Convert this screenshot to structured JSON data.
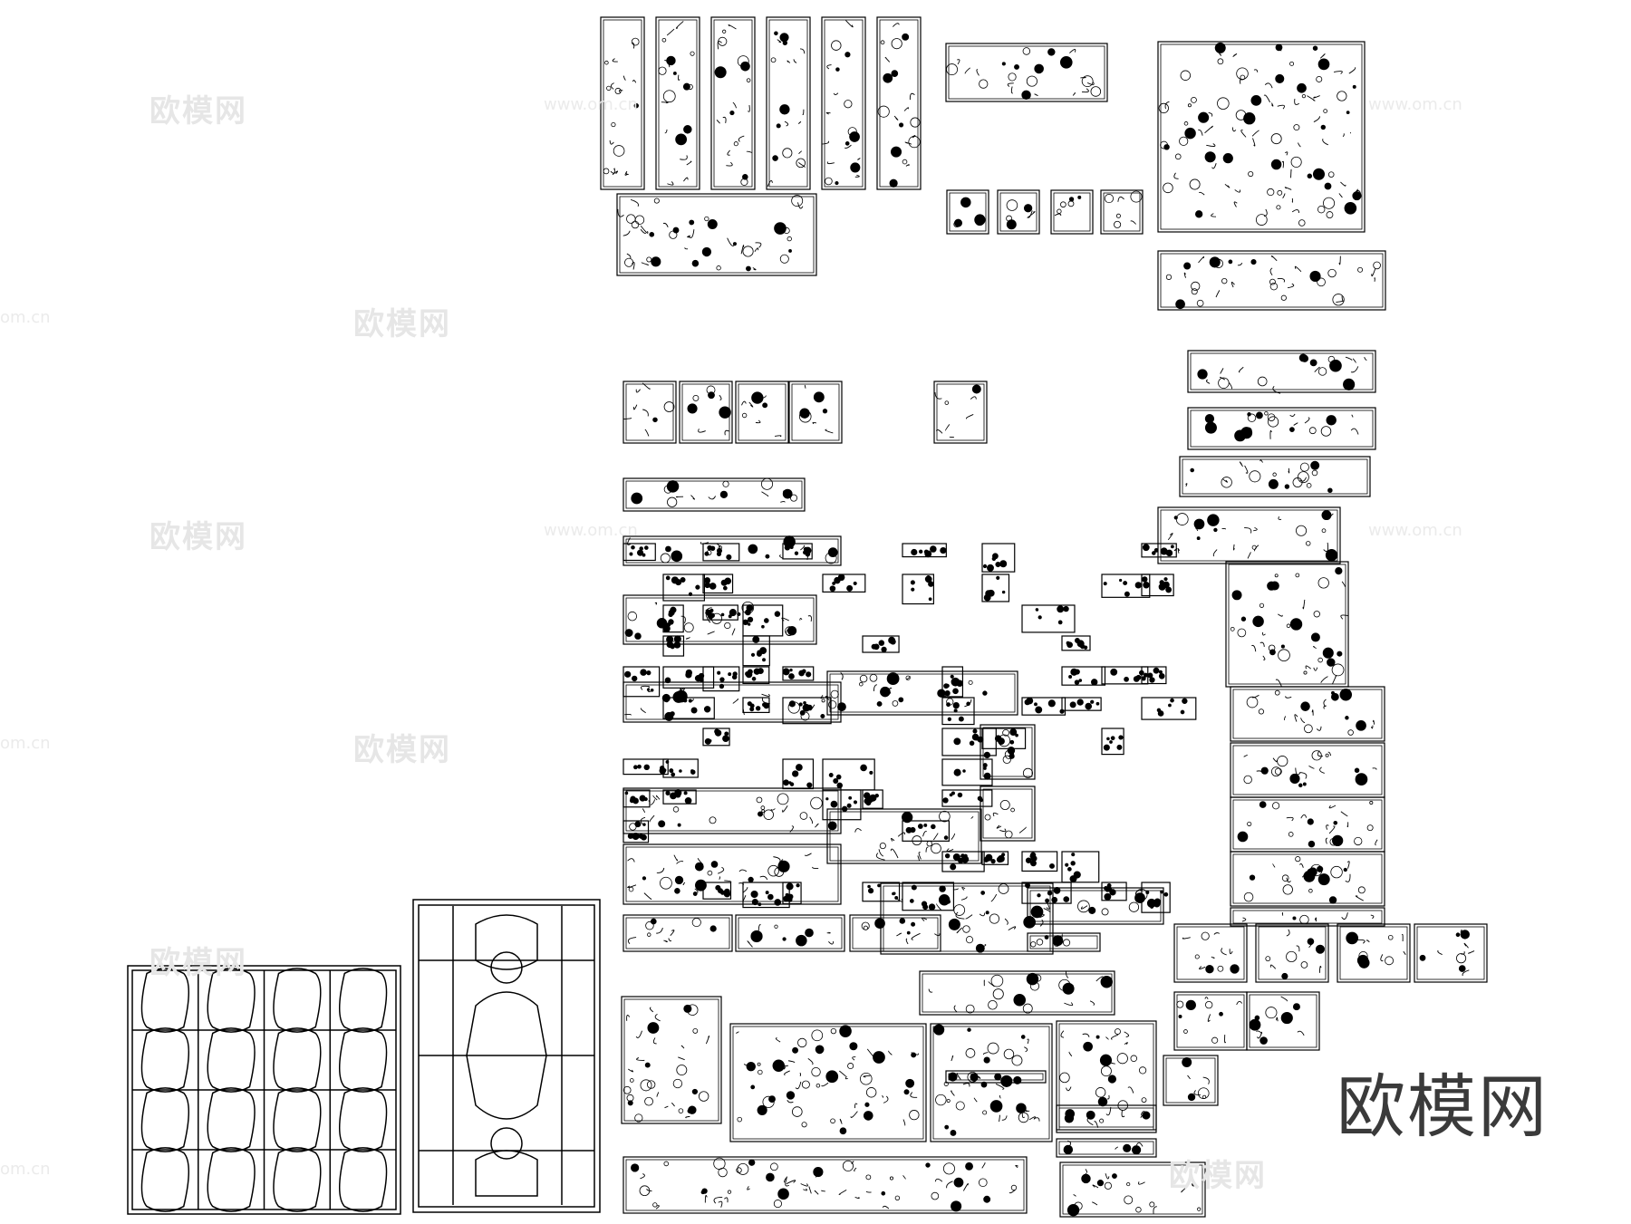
{
  "brand_logo_text": "欧模网",
  "watermark_text": "欧模网",
  "watermark_url": "www.om.cn",
  "watermark_url_partial": "om.cn",
  "colors": {
    "background": "#ffffff",
    "line": "#000000",
    "watermark": "#e6e6e6",
    "brand": "#3a3a3a"
  },
  "drawing": {
    "subject": "cad-carving-panel-library",
    "line_color": "#000000"
  }
}
